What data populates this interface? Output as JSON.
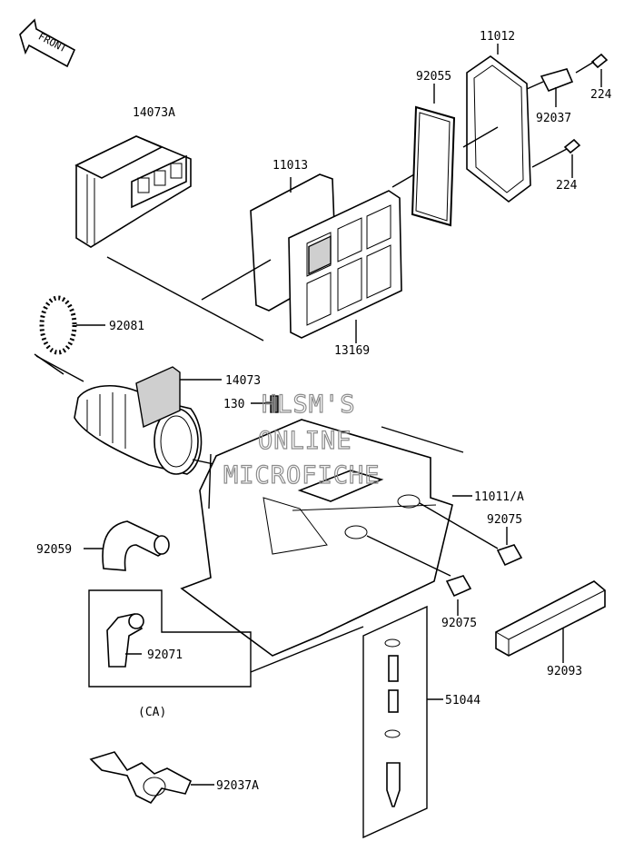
{
  "front_arrow": {
    "text": "FRONT"
  },
  "labels": {
    "p14073A": "14073A",
    "p11013": "11013",
    "p92055": "92055",
    "p11012": "11012",
    "p224_top": "224",
    "p92037": "92037",
    "p224_bottom": "224",
    "p13169": "13169",
    "p92081": "92081",
    "p14073": "14073",
    "p130": "130",
    "p11011A": "11011/A",
    "p92075_right": "92075",
    "p92059": "92059",
    "p92075_bottom": "92075",
    "p92071": "92071",
    "p92093": "92093",
    "p51044": "51044",
    "pCA": "(CA)",
    "p92037A": "92037A"
  },
  "watermark": {
    "line1": "HLSM'S",
    "line2": "ONLINE",
    "line3": "MICROFICHE"
  }
}
